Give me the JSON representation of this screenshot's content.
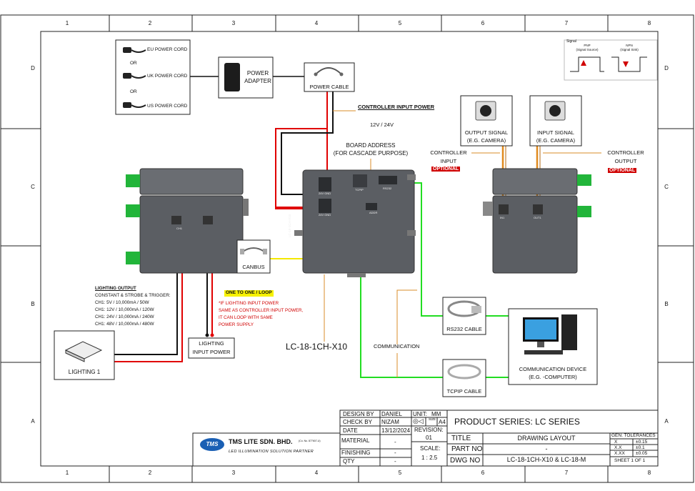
{
  "grid": {
    "columns": [
      "1",
      "2",
      "3",
      "4",
      "5",
      "6",
      "7",
      "8"
    ],
    "rows": [
      "D",
      "C",
      "B",
      "A"
    ]
  },
  "power_cords": {
    "eu": "EU POWER CORD",
    "or1": "OR",
    "uk": "UK POWER CORD",
    "or2": "OR",
    "us": "US POWER CORD"
  },
  "power_adapter": "POWER ADAPTER",
  "power_cable": "POWER CABLE",
  "controller_input_power": {
    "title": "CONTROLLER INPUT POWER",
    "voltage": "12V / 24V"
  },
  "board_address": {
    "line1": "BOARD ADDRESS",
    "line2": "(FOR CASCADE PURPOSE)"
  },
  "output_signal": {
    "line1": "OUTPUT SIGNAL",
    "line2": "(E.G. CAMERA)"
  },
  "input_signal": {
    "line1": "INPUT SIGNAL",
    "line2": "(E.G. CAMERA)"
  },
  "controller_input": {
    "line1": "CONTROLLER",
    "line2": "INPUT",
    "badge": "OPTIONAL"
  },
  "controller_output": {
    "line1": "CONTROLLER",
    "line2": "OUTPUT",
    "badge": "OPTIONAL"
  },
  "signal_legend": {
    "title": "Signal",
    "pnp": "PNP",
    "pnp_sub": "(Signal Source)",
    "npn": "NPN",
    "npn_sub": "(Signal Sink)"
  },
  "canbus": "CANBUS",
  "one_to_one": "ONE TO ONE / LOOP",
  "loop_note": [
    "*IF LIGHTING INPUT POWER",
    "SAME AS CONTROLLER INPUT POWER,",
    "IT CAN LOOP WITH SAME",
    "POWER SUPPLY"
  ],
  "lighting_output": {
    "title": "LIGHTING OUTPUT",
    "subtitle": "CONSTANT & STROBE & TRIGGER:",
    "lines": [
      "CH1: 5V / 10,000mA / 50W",
      "CH1: 12V / 10,000mA / 120W",
      "CH1: 24V / 10,000mA / 240W",
      "CH1: 48V / 10,000mA / 480W"
    ]
  },
  "lighting_1": "LIGHTING 1",
  "lighting_input_power": {
    "line1": "LIGHTING",
    "line2": "INPUT POWER"
  },
  "model_label": "LC-18-1CH-X10",
  "communication": "COMMUNICATION",
  "rs232_cable": "RS232 CABLE",
  "tcpip_cable": "TCPIP CABLE",
  "communication_device": {
    "line1": "COMMUNICATION DEVICE",
    "line2": "(E.G. -COMPUTER)"
  },
  "device_markings": {
    "ch1": "CH1",
    "addr": "ADDR",
    "tcpip": "TCPIP",
    "rs232": "RS232",
    "gnd_top": "24V GND",
    "gnd_bottom": "24V GND",
    "side": "LC-18-1CH-X10",
    "in1": "IN1",
    "out1": "OUT1"
  },
  "title_block": {
    "design_by_label": "DESIGN BY",
    "design_by": "DANIEL",
    "check_by_label": "CHECK BY",
    "check_by": "NIZAM",
    "date_label": "DATE",
    "date": "13/12/2024",
    "unit_label": "UNIT:",
    "unit": "MM",
    "size_label": "SIZE",
    "size": "A4",
    "revision_label": "REVISION:",
    "revision": "01",
    "scale_label": "SCALE:",
    "scale": "1 : 2.5",
    "material_label": "MATERIAL",
    "material": "-",
    "finishing_label": "FINISHING",
    "finishing": "-",
    "qty_label": "QTY",
    "qty": "-",
    "product_series": "PRODUCT SERIES: LC SERIES",
    "title_label": "TITLE",
    "title": "DRAWING LAYOUT",
    "part_no_label": "PART NO",
    "part_no": "-",
    "dwg_no_label": "DWG NO",
    "dwg_no": "LC-18-1CH-X10 & LC-18-M",
    "tolerances_label": "GEN. TOLERANCES",
    "tol": [
      {
        "k": "X",
        "v": "±0.15"
      },
      {
        "k": "X.X",
        "v": "±0.1"
      },
      {
        "k": "X.XX",
        "v": "±0.05"
      }
    ],
    "sheet": "SHEET 1 OF 1",
    "company": "TMS LITE SDN. BHD.",
    "company_reg": "(Co. No. 877607-U)",
    "company_tagline": "LED ILLUMINATION SOLUTION PARTNER",
    "logo_text": "TMS"
  },
  "colors": {
    "power_red": "#e00000",
    "wire_black": "#111111",
    "canbus_yellow": "#f4e800",
    "comm_green": "#22dd22",
    "signal_orange": "#e08a1e",
    "callout_orange": "#d98c2a",
    "device_body": "#5b5e63",
    "connector_green": "#22b53a"
  }
}
